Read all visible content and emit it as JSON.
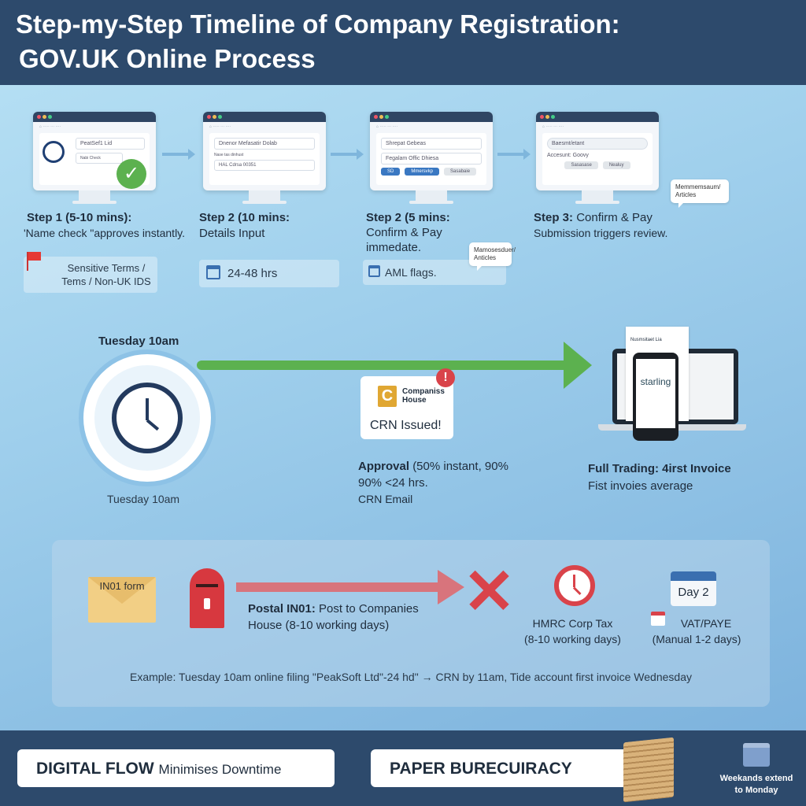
{
  "header": {
    "title_line1": "Step-my-Step Timeline of Company Registration:",
    "title_line2": "GOV.UK Online Process"
  },
  "steps": [
    {
      "title": "Step 1 (5-10 mins):",
      "desc": "'Name check \"approves instantly.",
      "screen": {
        "field1": "PeatSef1 Lid",
        "field2": "Nabi Check"
      },
      "note": "Sensitive Terms / Tems / Non-UK IDS"
    },
    {
      "title": "Step 2 (10 mins:",
      "desc": "Details Input",
      "screen": {
        "field1": "Dnenor Mefasatir Dolab",
        "field2": "Nase tas dinhust",
        "field3": "HAL Cdrsa 00351"
      },
      "note": "24-48 hrs"
    },
    {
      "title": "Step 2 (5 mins:",
      "desc1": "Confirm & Pay",
      "desc2": "immedate.",
      "screen": {
        "field1": "Shrepat Gebeas",
        "field2": "Fegalam Offic Dhiesa",
        "btn1": "SD",
        "btn2": "Mmersvkp",
        "btn3": "Sasabaie"
      },
      "note": "AML flags.",
      "bubble": "Mamosesduer/ Anticles"
    },
    {
      "title": "Step 3:",
      "title_rest": "Confirm & Pay",
      "desc": "Submission triggers review.",
      "screen": {
        "field1": "Baesmt/etant",
        "field2": "Accesunt: Goovy",
        "btn1": "Sasasase",
        "btn2": "Nealuy"
      },
      "bubble": "Memmemsaum/ Articles"
    }
  ],
  "middle": {
    "start_label_top": "Tuesday 10am",
    "start_label_bottom": "Tuesday 10am",
    "card": {
      "logo_text": "Companiss House",
      "title": "CRN Issued!",
      "badge": "!"
    },
    "approval": {
      "bold": "Approval",
      "rest": "(50% instant, 90%",
      "line2": "90% <24 hrs.",
      "line3": "CRN Email"
    },
    "device": {
      "brand": "starling",
      "doc_title": "Nusmsitaet Lia"
    },
    "trading": {
      "line1": "Full Trading: 4irst Invoice",
      "line2": "Fist invoies average"
    }
  },
  "postal": {
    "envelope": "IN01 form",
    "label_bold": "Postal IN01:",
    "label_rest": "Post to Companies",
    "label_line2": "House (8-10 working days)",
    "hmrc_line1": "HMRC Corp Tax",
    "hmrc_line2": "(8-10 working days)",
    "calendar": "Day 2",
    "vat_line1": "VAT/PAYE",
    "vat_line2": "(Manual 1-2 days)",
    "example": "Example: Tuesday 10am online filing \"PeakSoft Ltd\"-24 hd\" → CRN by 11am, Tide account first invoice Wednesday"
  },
  "footer": {
    "digital_bold": "DIGITAL FLOW",
    "digital_rest": "Minimises Downtime",
    "paper": "PAPER BURECUIRACY",
    "weekend_line1": "Weekands extend",
    "weekend_line2": "to Monday"
  },
  "colors": {
    "navy": "#2d4a6c",
    "green": "#5cb14f",
    "red": "#d9434a"
  }
}
